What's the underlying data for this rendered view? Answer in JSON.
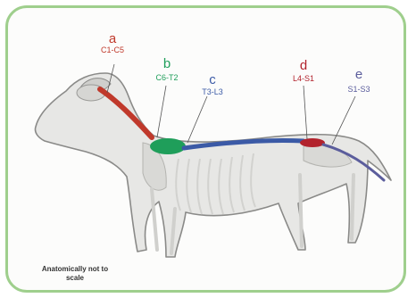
{
  "segments": [
    {
      "letter": "a",
      "range": "C1-C5",
      "color": "#c0392b"
    },
    {
      "letter": "b",
      "range": "C6-T2",
      "color": "#1f9e5a"
    },
    {
      "letter": "c",
      "range": "T3-L3",
      "color": "#3b5aa6"
    },
    {
      "letter": "d",
      "range": "L4-S1",
      "color": "#b2222c"
    },
    {
      "letter": "e",
      "range": "S1-S3",
      "color": "#5b5d9c"
    }
  ],
  "note": "Anatomically not to scale",
  "colors": {
    "frame": "#9fcf8d",
    "dog_fill": "#e7e7e5",
    "dog_outline": "#8a8a88",
    "bone": "#cfcfcc"
  }
}
